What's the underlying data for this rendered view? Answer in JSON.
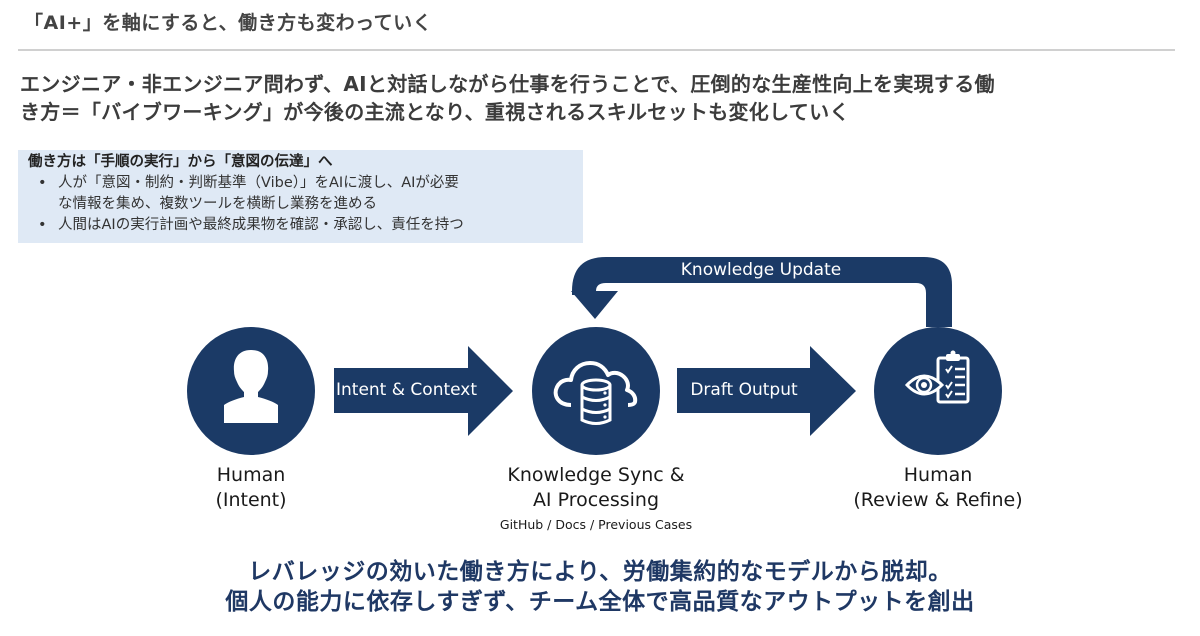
{
  "header": {
    "title": "「AI+」を軸にすると、働き方も変わっていく"
  },
  "lead": {
    "lines": [
      "エンジニア・非エンジニア問わず、AIと対話しながら仕事を行うことで、圧倒的な生産性向上を実現する働",
      "き方＝「バイブワーキング」が今後の主流となり、重視されるスキルセットも変化していく"
    ]
  },
  "callout": {
    "title": "働き方は「手順の実行」から「意図の伝達」へ",
    "bullet_glyph": "•",
    "items": [
      {
        "lines": [
          "人が「意図・制約・判断基準（Vibe）」をAIに渡し、AIが必要",
          "な情報を集め、複数ツールを横断し業務を進める"
        ]
      },
      {
        "lines": [
          "人間はAIの実行計画や最終成果物を確認・承認し、責任を持つ"
        ]
      }
    ]
  },
  "diagram": {
    "colors": {
      "primary": "#1b3a66",
      "icon_fg": "#ffffff"
    },
    "nodes": [
      {
        "icon": "person-icon",
        "label_lines": [
          "Human",
          "(Intent)"
        ],
        "sub": ""
      },
      {
        "icon": "cloud-database-icon",
        "label_lines": [
          "Knowledge Sync &",
          "AI Processing"
        ],
        "sub": "GitHub / Docs / Previous Cases"
      },
      {
        "icon": "eye-clipboard-icon",
        "label_lines": [
          "Human",
          "(Review & Refine)"
        ],
        "sub": ""
      }
    ],
    "arrows": [
      {
        "label": "Intent & Context"
      },
      {
        "label": "Draft Output"
      }
    ],
    "feedback": {
      "label": "Knowledge Update"
    }
  },
  "conclusion": {
    "lines": [
      "レバレッジの効いた働き方により、労働集約的なモデルから脱却。",
      "個人の能力に依存しすぎず、チーム全体で高品質なアウトプットを創出"
    ],
    "color": "#1f3864"
  }
}
